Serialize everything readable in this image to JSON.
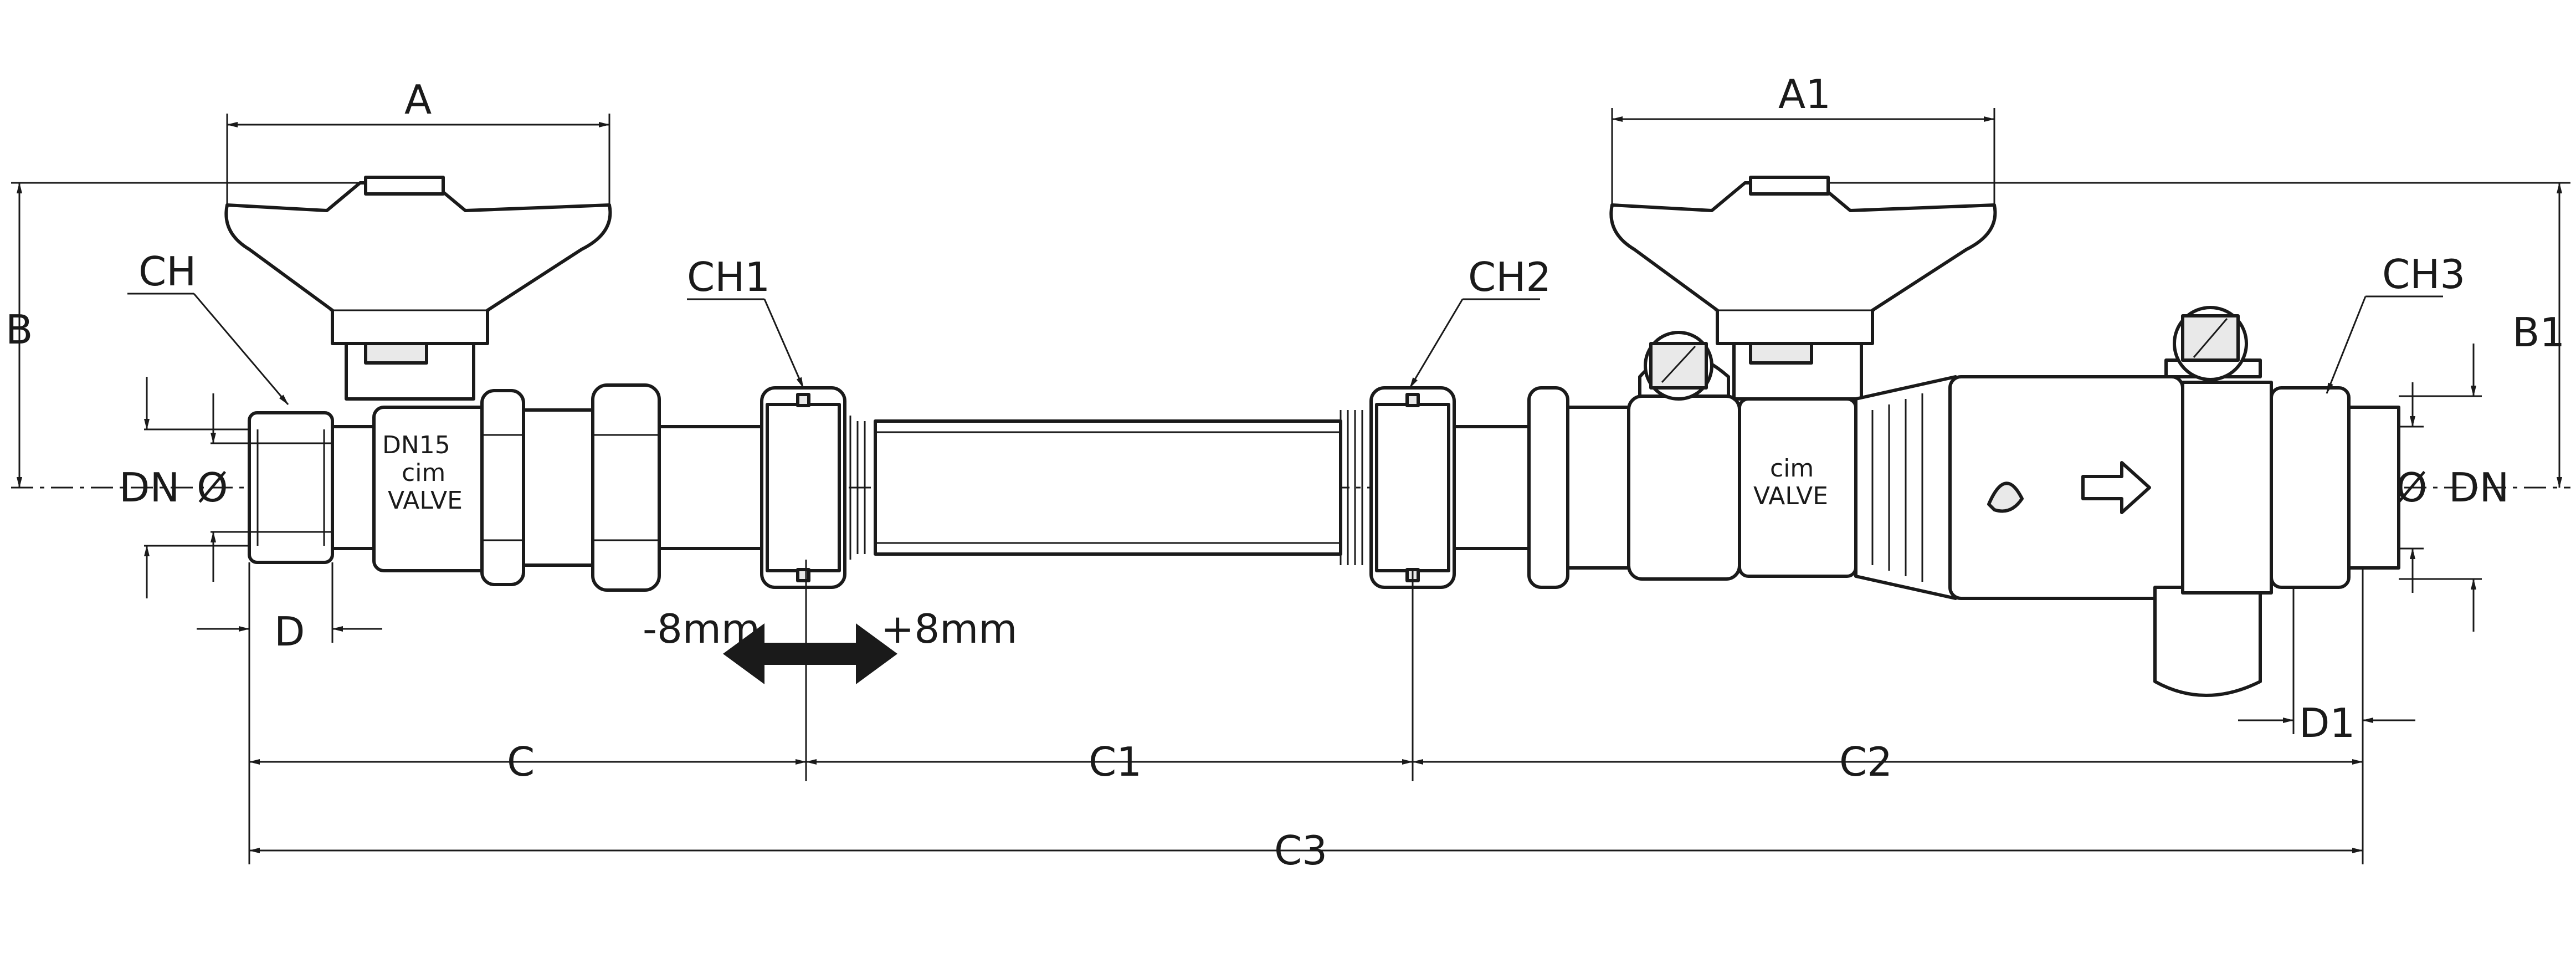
{
  "dimensions": {
    "A": "A",
    "A1": "A1",
    "B": "B",
    "B1": "B1",
    "CH": "CH",
    "CH1": "CH1",
    "CH2": "CH2",
    "CH3": "CH3",
    "DN_left": "DN",
    "DN_right": "DN",
    "diameter_left": "Ø",
    "diameter_right": "Ø",
    "D": "D",
    "D1": "D1",
    "C": "C",
    "C1": "C1",
    "C2": "C2",
    "C3": "C3"
  },
  "adjustment": {
    "minus": "-8mm",
    "plus": "+8mm"
  },
  "markings": {
    "left_size": "DN15",
    "left_brand": "cim",
    "left_valve": "VALVE",
    "right_brand": "cim",
    "right_valve": "VALVE"
  }
}
